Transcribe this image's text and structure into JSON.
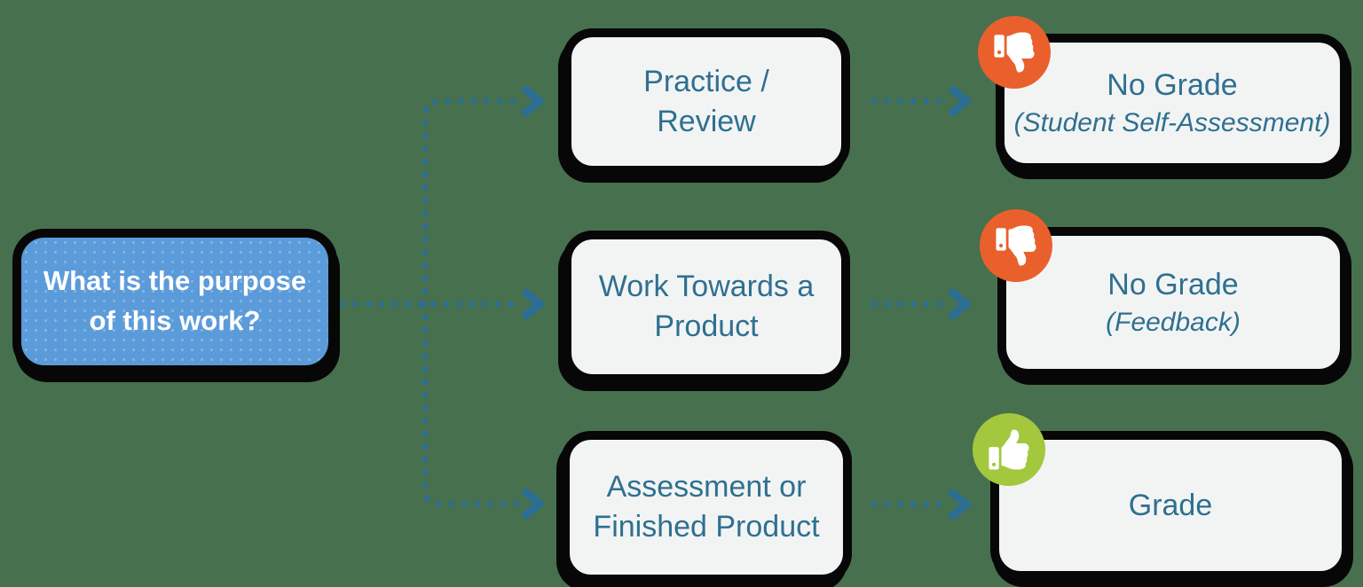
{
  "colors": {
    "bg": "#47704E",
    "border": "#070707",
    "node_fill": "#F2F4F4",
    "node_text": "#2F7090",
    "arrow": "#2C6E93",
    "question_fill": "#5C9BD9",
    "question_text": "#FFFFFF",
    "thumbs_down": "#E9602C",
    "thumbs_up": "#A3C83E",
    "icon_glyph": "#FFFFFF"
  },
  "question": {
    "label": "What is the purpose\nof this work?"
  },
  "rows": [
    {
      "option": {
        "label": "Practice /\nReview"
      },
      "outcome": {
        "label": "No Grade",
        "sublabel": "(Student Self-Assessment)",
        "icon": "thumbs-down"
      }
    },
    {
      "option": {
        "label": "Work Towards a\nProduct"
      },
      "outcome": {
        "label": "No Grade",
        "sublabel": "(Feedback)",
        "icon": "thumbs-down"
      }
    },
    {
      "option": {
        "label": "Assessment or\nFinished Product"
      },
      "outcome": {
        "label": "Grade",
        "sublabel": "",
        "icon": "thumbs-up"
      }
    }
  ]
}
